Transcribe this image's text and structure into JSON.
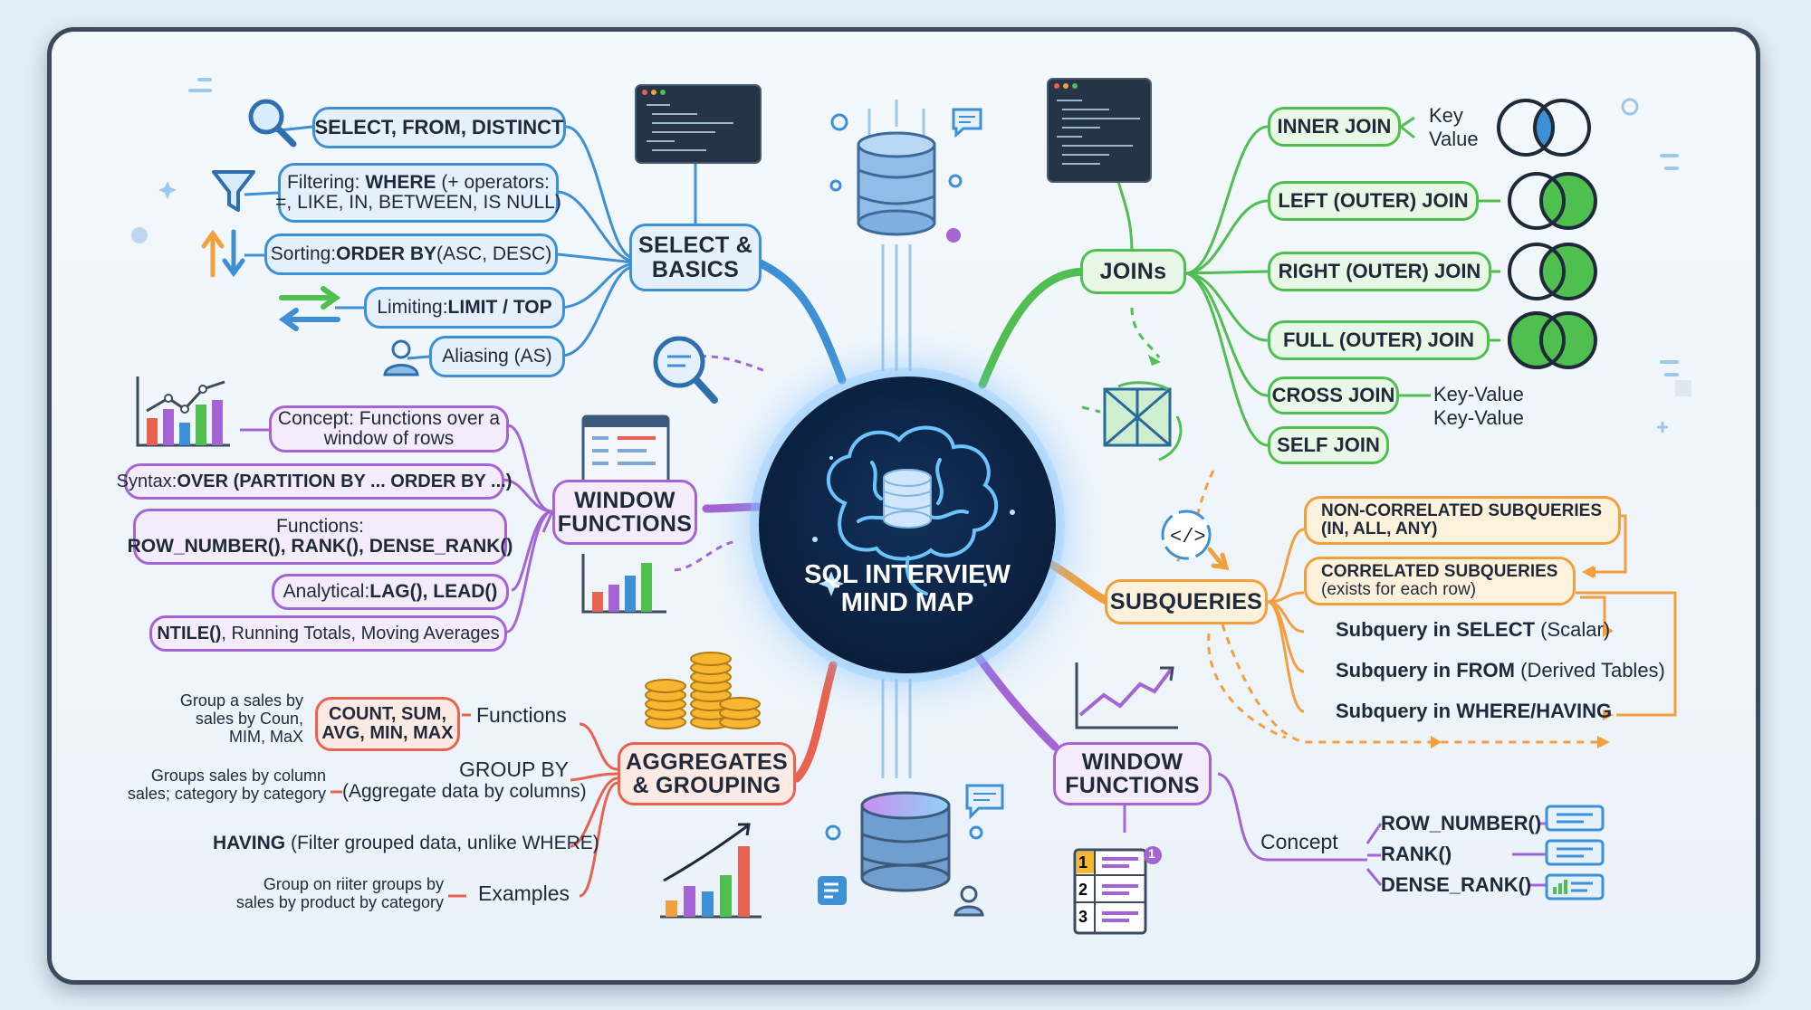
{
  "title": "SQL INTERVIEW MIND MAP",
  "colors": {
    "basics": "#3d8fd6",
    "joins": "#4fbf4f",
    "window": "#a464d4",
    "aggregates": "#e8624f",
    "subqueries": "#f2a03d",
    "frame": "#3d4a5c"
  },
  "basics": {
    "hub": [
      "SELECT &",
      "BASICS"
    ],
    "items": [
      {
        "plain": "SELECT, FROM, DISTINCT"
      },
      {
        "pre": "Filtering: ",
        "bold": "WHERE",
        "post": " (+ operators:",
        "line2": "=, LIKE, IN, BETWEEN, IS NULL)"
      },
      {
        "pre": "Sorting: ",
        "bold": "ORDER BY",
        "post": " (ASC, DESC)"
      },
      {
        "pre": "Limiting: ",
        "bold": "LIMIT / TOP",
        "post": ""
      },
      {
        "plain": "Aliasing (AS)"
      }
    ],
    "icons": [
      "magnifier-icon",
      "funnel-icon",
      "sort-arrows-icon",
      "swap-arrows-icon",
      "user-icon"
    ]
  },
  "joins": {
    "hub": "JOINs",
    "items": [
      "INNER JOIN",
      "LEFT (OUTER) JOIN",
      "RIGHT (OUTER) JOIN",
      "FULL (OUTER) JOIN",
      "CROSS JOIN",
      "SELF JOIN"
    ],
    "inner_keys": [
      "Key",
      "Value"
    ],
    "cross_keys": [
      "Key-Value",
      "Key-Value"
    ]
  },
  "window_left": {
    "hub": [
      "WINDOW",
      "FUNCTIONS"
    ],
    "items": [
      {
        "line1": "Concept: Functions over a",
        "line2": "window of rows"
      },
      {
        "pre": "Syntax: ",
        "bold": "OVER (PARTITION BY ... ORDER BY ...)"
      },
      {
        "line1": "Functions:",
        "line2": "ROW_NUMBER(), RANK(), DENSE_RANK()"
      },
      {
        "pre": "Analytical: ",
        "bold": "LAG(), LEAD()"
      },
      {
        "bold": "NTILE()",
        "post": ", Running Totals, Moving Averages"
      }
    ]
  },
  "aggregates": {
    "hub": [
      "AGGREGATES",
      "& GROUPING"
    ],
    "functions_box": [
      "COUNT, SUM,",
      "AVG, MIN, MAX"
    ],
    "functions_label": "Functions",
    "functions_note": [
      "Group a sales by",
      "sales by Coun,",
      "MIM, MaX"
    ],
    "group_by": [
      "GROUP BY",
      "(Aggregate data by columns)"
    ],
    "group_note": [
      "Groups sales by column",
      "sales;  category by category"
    ],
    "having_bold": "HAVING",
    "having_rest": " (Filter grouped data, unlike WHERE)",
    "examples_label": "Examples",
    "examples_note": [
      "Group on riiter groups by",
      "sales by product by category"
    ]
  },
  "subqueries": {
    "hub": "SUBQUERIES",
    "items": [
      {
        "line1": "NON-CORRELATED SUBQUERIES",
        "line2": "(IN, ALL, ANY)"
      },
      {
        "line1": "CORRELATED SUBQUERIES",
        "line2": "(exists for each row)"
      },
      {
        "bold": "Subquery in SELECT",
        "rest": " (Scalar)"
      },
      {
        "bold": "Subquery in FROM",
        "rest": " (Derived Tables)"
      },
      {
        "bold": "Subquery in WHERE/HAVING",
        "rest": ""
      }
    ]
  },
  "window_right": {
    "hub": [
      "WINDOW",
      "FUNCTIONS"
    ],
    "concept": "Concept",
    "funcs": [
      "ROW_NUMBER()",
      "RANK()",
      "DENSE_RANK()"
    ],
    "ranks": [
      "1",
      "2",
      "3"
    ],
    "badge": "1"
  }
}
